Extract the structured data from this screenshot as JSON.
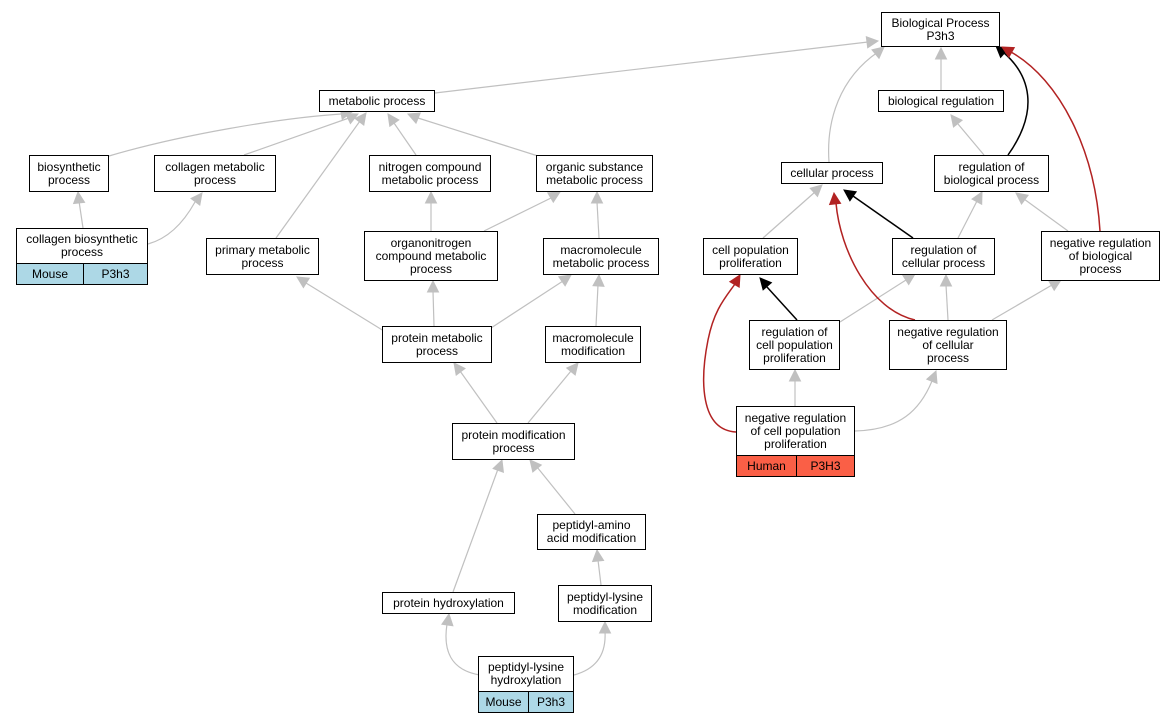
{
  "nodes": {
    "bp": "Biological Process\nP3h3",
    "metabolic": "metabolic process",
    "bioreg": "biological regulation",
    "biosynthetic": "biosynthetic\nprocess",
    "collagen_metabolic": "collagen metabolic\nprocess",
    "nitrogen": "nitrogen compound\nmetabolic process",
    "organic": "organic substance\nmetabolic process",
    "cellular": "cellular process",
    "reg_bio": "regulation of\nbiological process",
    "collagen_bio": "collagen biosynthetic\nprocess",
    "primary": "primary metabolic\nprocess",
    "organonitrogen": "organonitrogen\ncompound metabolic\nprocess",
    "macro_met": "macromolecule\nmetabolic process",
    "cell_prolif": "cell population\nproliferation",
    "reg_cell": "regulation of\ncellular process",
    "neg_reg_bio": "negative regulation\nof biological\nprocess",
    "protein_met": "protein metabolic\nprocess",
    "macro_mod": "macromolecule\nmodification",
    "reg_prolif": "regulation of\ncell population\nproliferation",
    "neg_reg_cell": "negative regulation\nof cellular\nprocess",
    "neg_reg_prolif": "negative regulation\nof cell population\nproliferation",
    "protein_mod": "protein modification\nprocess",
    "peptidyl_amino": "peptidyl-amino\nacid modification",
    "protein_hydrox": "protein hydroxylation",
    "peptidyl_lys_mod": "peptidyl-lysine\nmodification",
    "peptidyl_lys_hyd": "peptidyl-lysine\nhydroxylation"
  },
  "annotations": {
    "collagen_bio": {
      "species": "Mouse",
      "gene": "P3h3",
      "color": "#add8e6"
    },
    "peptidyl_lys_hyd": {
      "species": "Mouse",
      "gene": "P3h3",
      "color": "#add8e6"
    },
    "neg_reg_prolif": {
      "species": "Human",
      "gene": "P3H3",
      "color": "#fa5f46"
    }
  },
  "edge_colors": {
    "default": "#c0c0c0",
    "human_path": "#b22222",
    "regulation_path": "#000000"
  }
}
